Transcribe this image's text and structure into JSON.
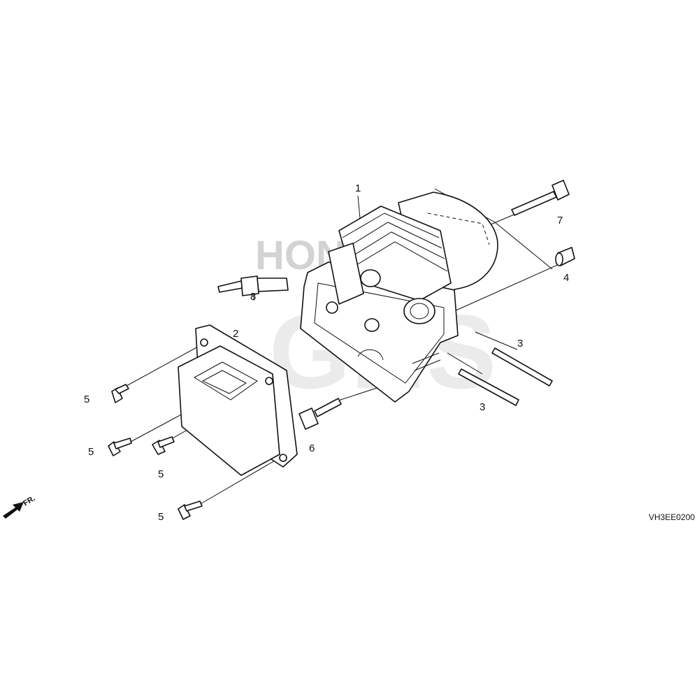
{
  "diagram": {
    "code": "VH3EE0200",
    "direction_label": "FR.",
    "watermark": [
      "HONDA",
      "GHS"
    ],
    "callouts": [
      {
        "id": "callout-1",
        "label": "1"
      },
      {
        "id": "callout-2",
        "label": "2"
      },
      {
        "id": "callout-3a",
        "label": "3"
      },
      {
        "id": "callout-3b",
        "label": "3"
      },
      {
        "id": "callout-4",
        "label": "4"
      },
      {
        "id": "callout-5a",
        "label": "5"
      },
      {
        "id": "callout-5b",
        "label": "5"
      },
      {
        "id": "callout-5c",
        "label": "5"
      },
      {
        "id": "callout-5d",
        "label": "5"
      },
      {
        "id": "callout-6",
        "label": "6"
      },
      {
        "id": "callout-7",
        "label": "7"
      },
      {
        "id": "callout-8",
        "label": "8"
      }
    ]
  }
}
